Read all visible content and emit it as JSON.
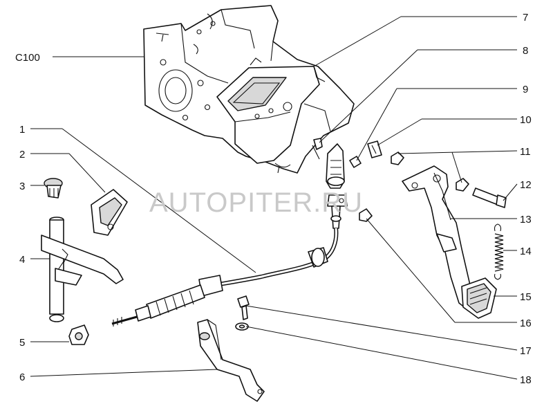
{
  "watermark": "AUTOPITER.RU",
  "callouts": {
    "c100": "C100",
    "n1": "1",
    "n2": "2",
    "n3": "3",
    "n4": "4",
    "n5": "5",
    "n6": "6",
    "n7": "7",
    "n8": "8",
    "n9": "9",
    "n10": "10",
    "n11": "11",
    "n12": "12",
    "n13": "13",
    "n14": "14",
    "n15": "15",
    "n16": "16",
    "n17": "17",
    "n18": "18"
  }
}
